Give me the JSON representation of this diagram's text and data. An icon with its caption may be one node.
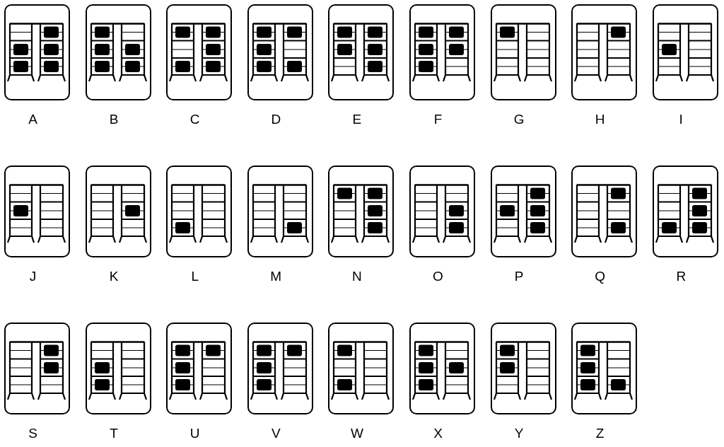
{
  "diagram": {
    "nodes": [
      {
        "text": [],
        "shape": "box",
        "beside": [
          "A"
        ]
      },
      {
        "text": [],
        "shape": "box",
        "beside": [
          "B"
        ]
      },
      {
        "text": [],
        "shape": "box",
        "beside": [
          "C"
        ]
      },
      {
        "text": [],
        "shape": "box",
        "beside": [
          "D"
        ]
      },
      {
        "text": [],
        "shape": "box",
        "beside": [
          "E"
        ]
      },
      {
        "text": [],
        "shape": "box",
        "beside": [
          "F"
        ]
      },
      {
        "text": [],
        "shape": "box",
        "beside": [
          "G"
        ]
      },
      {
        "text": [],
        "shape": "box",
        "beside": [
          "H"
        ]
      },
      {
        "text": [],
        "shape": "box",
        "beside": [
          "I"
        ]
      },
      {
        "text": [],
        "shape": "box",
        "beside": [
          "J"
        ]
      },
      {
        "text": [],
        "shape": "box",
        "beside": [
          "K"
        ]
      },
      {
        "text": [],
        "shape": "box",
        "beside": [
          "L"
        ]
      },
      {
        "text": [],
        "shape": "box",
        "beside": [
          "M"
        ]
      },
      {
        "text": [],
        "shape": "box",
        "beside": [
          "N"
        ]
      },
      {
        "text": [],
        "shape": "box",
        "beside": [
          "O"
        ]
      },
      {
        "text": [],
        "shape": "box",
        "beside": [
          "P"
        ]
      },
      {
        "text": [],
        "shape": "box",
        "beside": [
          "Q"
        ]
      },
      {
        "text": [],
        "shape": "box",
        "beside": [
          "R"
        ]
      },
      {
        "text": [],
        "shape": "box",
        "beside": [
          "S"
        ]
      },
      {
        "text": [],
        "shape": "box",
        "beside": [
          "T"
        ]
      },
      {
        "text": [],
        "shape": "box",
        "beside": [
          "U"
        ]
      },
      {
        "text": [],
        "shape": "box",
        "beside": [
          "V"
        ]
      },
      {
        "text": [],
        "shape": "box",
        "beside": [
          "W"
        ]
      },
      {
        "text": [],
        "shape": "box",
        "beside": [
          "X"
        ]
      },
      {
        "text": [],
        "shape": "box",
        "beside": [
          "Y"
        ]
      },
      {
        "text": [],
        "shape": "box",
        "beside": [
          "Z"
        ]
      }
    ]
  }
}
